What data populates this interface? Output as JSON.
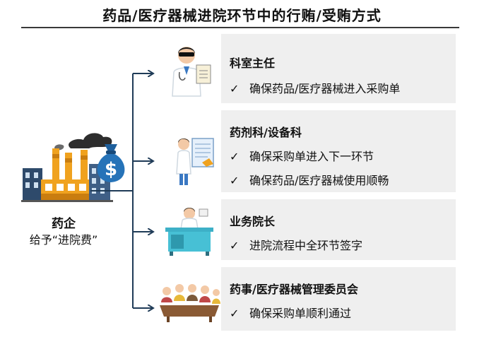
{
  "title": "药品/医疗器械进院环节中的行贿/受贿方式",
  "company": {
    "name": "药企",
    "action": "给予“进院费”"
  },
  "cards": [
    {
      "role": "科室主任",
      "items": [
        "确保药品/医疗器械进入采购单"
      ]
    },
    {
      "role": "药剂科/设备科",
      "items": [
        "确保采购单进入下一环节",
        "确保药品/医疗器械使用顺畅"
      ]
    },
    {
      "role": "业务院长",
      "items": [
        "进院流程中全环节签字"
      ]
    },
    {
      "role": "药事/医疗器械管理委员会",
      "items": [
        "确保采购单顺利通过"
      ]
    }
  ],
  "check_mark": "✓",
  "money_symbol": "$",
  "colors": {
    "arrow": "#1f3b57",
    "card_bg": "#efefef",
    "title_rule": "#3a3a3a"
  }
}
